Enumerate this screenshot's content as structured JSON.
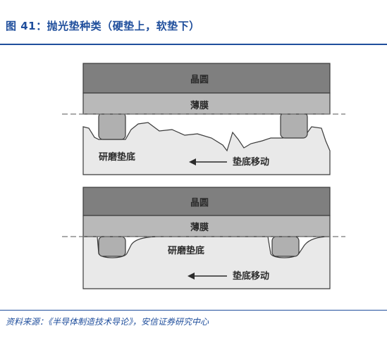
{
  "figure": {
    "title": "图 41：抛光垫种类（硬垫上，软垫下）",
    "source": "资料来源：《半导体制造技术导论》，安信证券研究中心"
  },
  "top_diagram": {
    "wafer_label": "晶圆",
    "film_label": "薄膜",
    "pad_label": "研磨垫底",
    "movement_label": "垫底移动"
  },
  "bottom_diagram": {
    "wafer_label": "晶圆",
    "film_label": "薄膜",
    "pad_label": "研磨垫底",
    "movement_label": "垫底移动"
  },
  "colors": {
    "title": "#1f4e9c",
    "wafer_fill": "#7f7f7f",
    "film_fill": "#b9b9b9",
    "pad_fill": "#e9e9e9",
    "outline": "#3a3a3a"
  }
}
